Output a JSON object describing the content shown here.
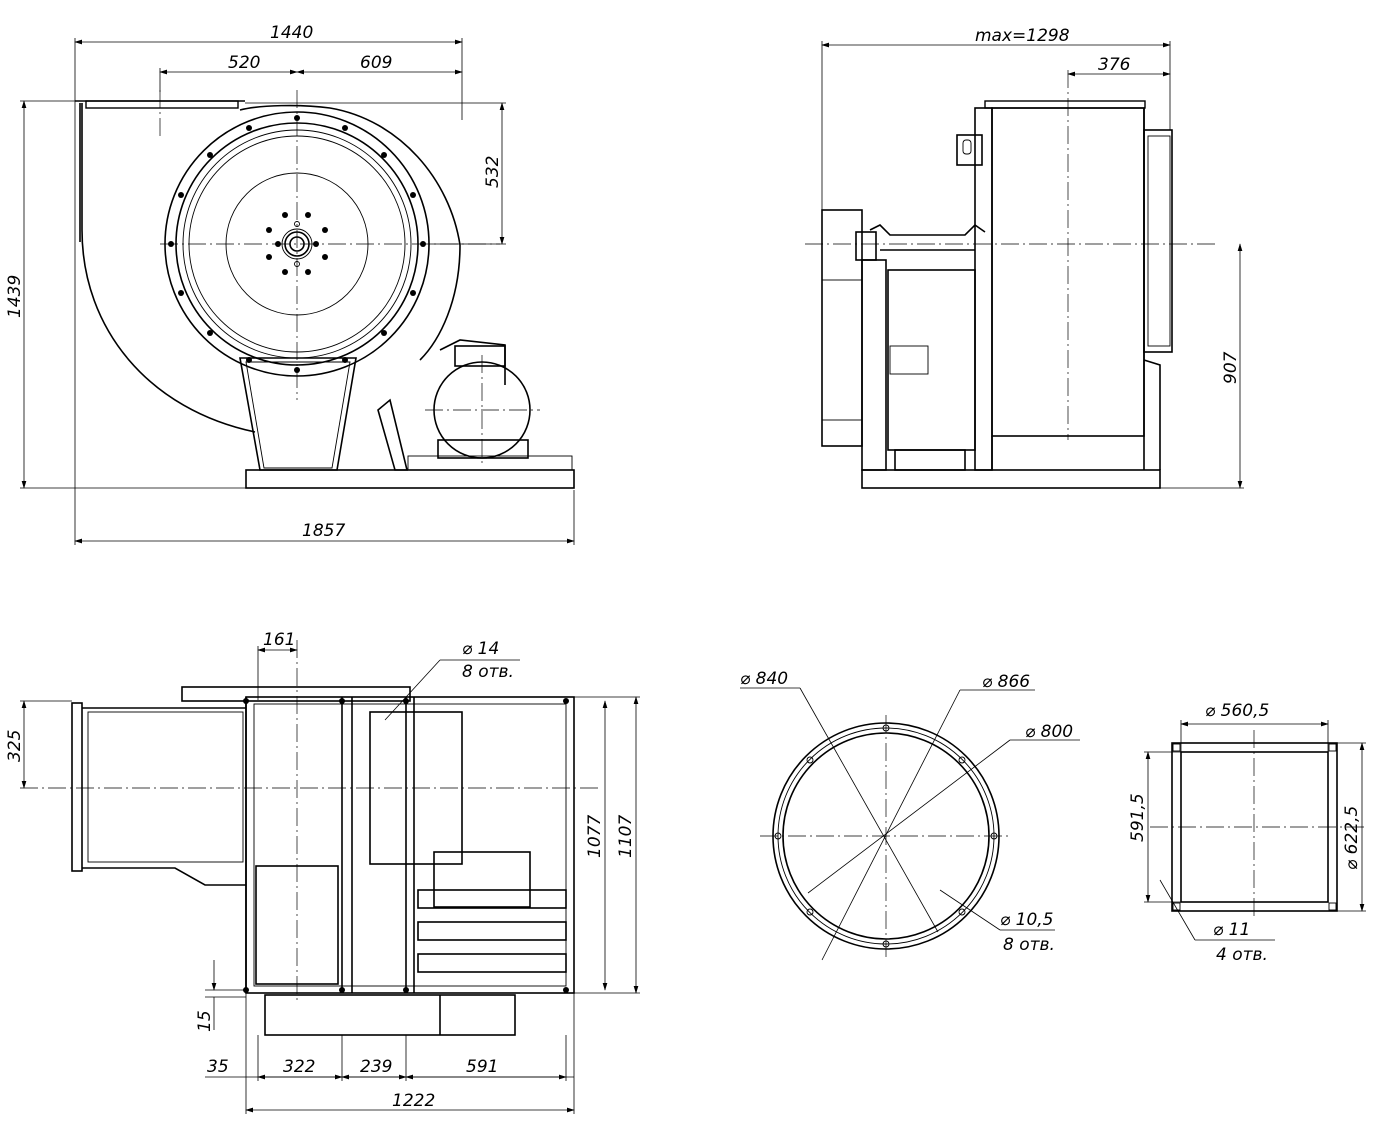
{
  "front_view": {
    "dims": {
      "d1440": "1440",
      "d520": "520",
      "d609": "609",
      "d532": "532",
      "d1439": "1439",
      "d1857": "1857"
    }
  },
  "side_view": {
    "dims": {
      "dmax": "max=1298",
      "d376": "376",
      "d907": "907"
    }
  },
  "plan_view": {
    "dims": {
      "d161": "161",
      "d14": "⌀ 14",
      "d14n": "8 отв.",
      "d325": "325",
      "d1077": "1077",
      "d1107": "1107",
      "d15": "15",
      "d35": "35",
      "d322": "322",
      "d239": "239",
      "d591": "591",
      "d1222": "1222"
    }
  },
  "round_flange": {
    "dims": {
      "d840": "⌀ 840",
      "d866": "⌀ 866",
      "d800": "⌀ 800",
      "d105": "⌀ 10,5",
      "d105n": "8 отв."
    }
  },
  "square_flange": {
    "dims": {
      "d5605": "⌀ 560,5",
      "d5915": "591,5",
      "d6225": "⌀ 622,5",
      "d11": "⌀ 11",
      "d11n": "4 отв."
    }
  }
}
